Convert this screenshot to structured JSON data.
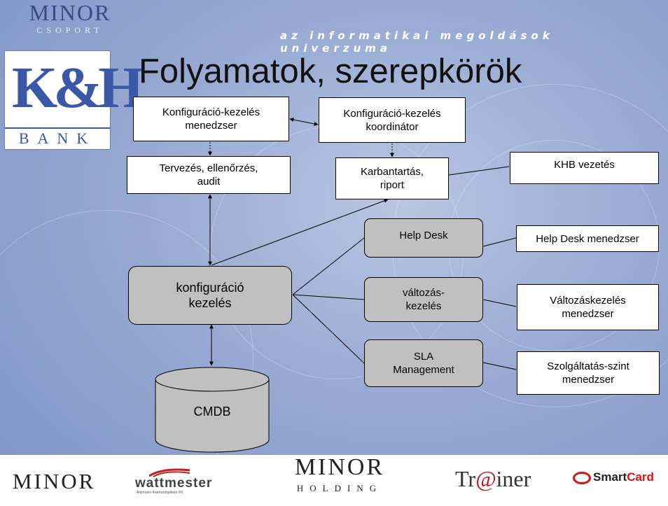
{
  "header": {
    "tagline": "az informatikai megoldások univerzuma",
    "title": "Folyamatok, szerepkörök",
    "logo_top": {
      "name": "MINOR",
      "sub": "CSOPORT"
    },
    "logo_bank": {
      "mark": "K&H",
      "sub": "BANK"
    }
  },
  "diagram": {
    "nodes": {
      "km_menedzser": "Konfiguráció-kezelés\nmenedzser",
      "km_koordinator": "Konfiguráció-kezelés\nkoordinátor",
      "tervezes": "Tervezés, ellenőrzés,\naudit",
      "karbantartas": "Karbantartás,\nriport",
      "khb": "KHB vezetés",
      "helpdesk": "Help Desk",
      "helpdesk_men": "Help Desk menedzser",
      "konfig": "konfiguráció\nkezelés",
      "valtozas": "változás-\nkezelés",
      "valtozas_men": "Változáskezelés\nmenedzser",
      "sla": "SLA\nManagement",
      "szolg_men": "Szolgáltatás-szint\nmenedzser",
      "cmdb": "CMDB"
    }
  },
  "footer": {
    "minor": "MINOR",
    "wattmester": "wattmester",
    "wattmester_sub": "Alternatív Áramszolgáltató Kft.",
    "holding_big": "MINOR",
    "holding_small": "HOLDING",
    "trainer_pre": "Tr",
    "trainer_at": "@",
    "trainer_post": "iner",
    "smart_a": "Smart",
    "smart_b": "Card"
  }
}
